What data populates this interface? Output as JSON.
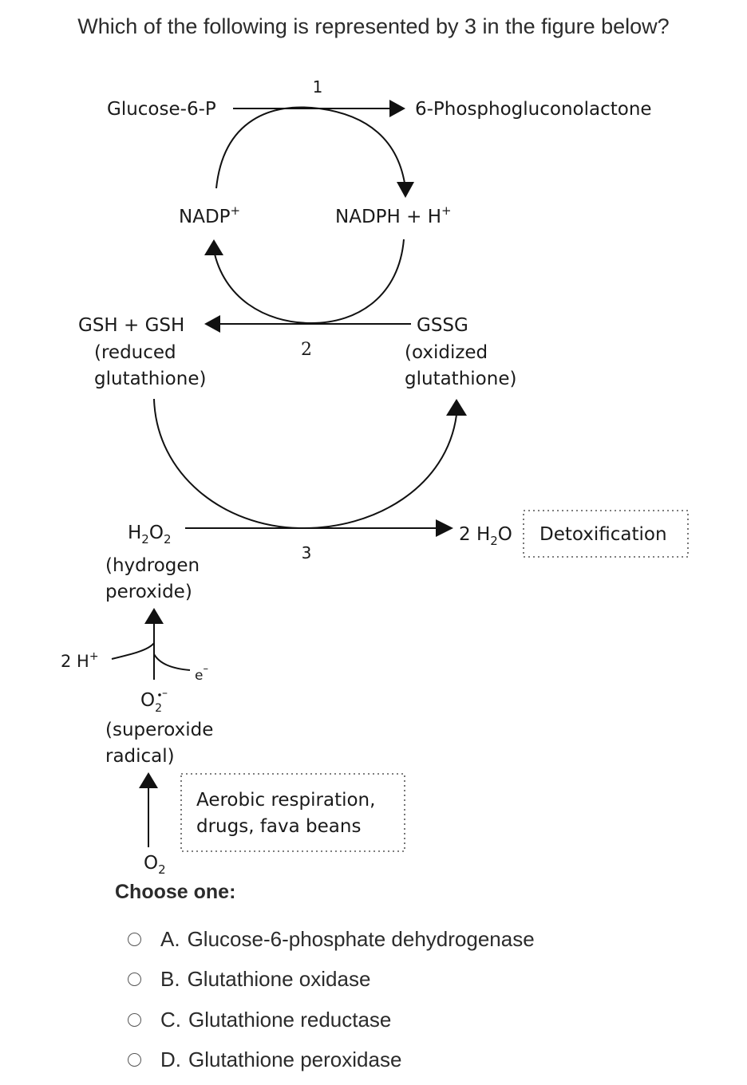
{
  "question": "Which of the following is represented by 3 in the figure below?",
  "diagram": {
    "glucose6p": "Glucose-6-P",
    "phosphogluconolactone": "6-Phosphogluconolactone",
    "step1": "1",
    "nadp": "NADP",
    "nadph": "NADPH + H",
    "plus": "+",
    "gsh": "GSH + GSH",
    "gsh_line2": "(reduced",
    "gsh_line3": "glutathione)",
    "gssg": "GSSG",
    "gssg_line2": "(oxidized",
    "gssg_line3": "glutathione)",
    "step2": "2",
    "h2o2_H": "H",
    "h2o2_O": "O",
    "sub2": "2",
    "h2o2_line2": "(hydrogen",
    "h2o2_line3": "peroxide)",
    "step3": "3",
    "water_coef": "2 H",
    "water_O": "O",
    "detox": "Detoxification",
    "two_h": "2 H",
    "electron": "e",
    "minus": "–",
    "superoxide_O": "O",
    "superoxide_line2": "(superoxide",
    "superoxide_line3": "radical)",
    "source_line1": "Aerobic respiration,",
    "source_line2": "drugs, fava beans",
    "o2_O": "O"
  },
  "choose_label": "Choose one:",
  "options": [
    {
      "letter": "A.",
      "text": "Glucose-6-phosphate dehydrogenase"
    },
    {
      "letter": "B.",
      "text": "Glutathione oxidase"
    },
    {
      "letter": "C.",
      "text": "Glutathione reductase"
    },
    {
      "letter": "D.",
      "text": "Glutathione peroxidase"
    }
  ]
}
